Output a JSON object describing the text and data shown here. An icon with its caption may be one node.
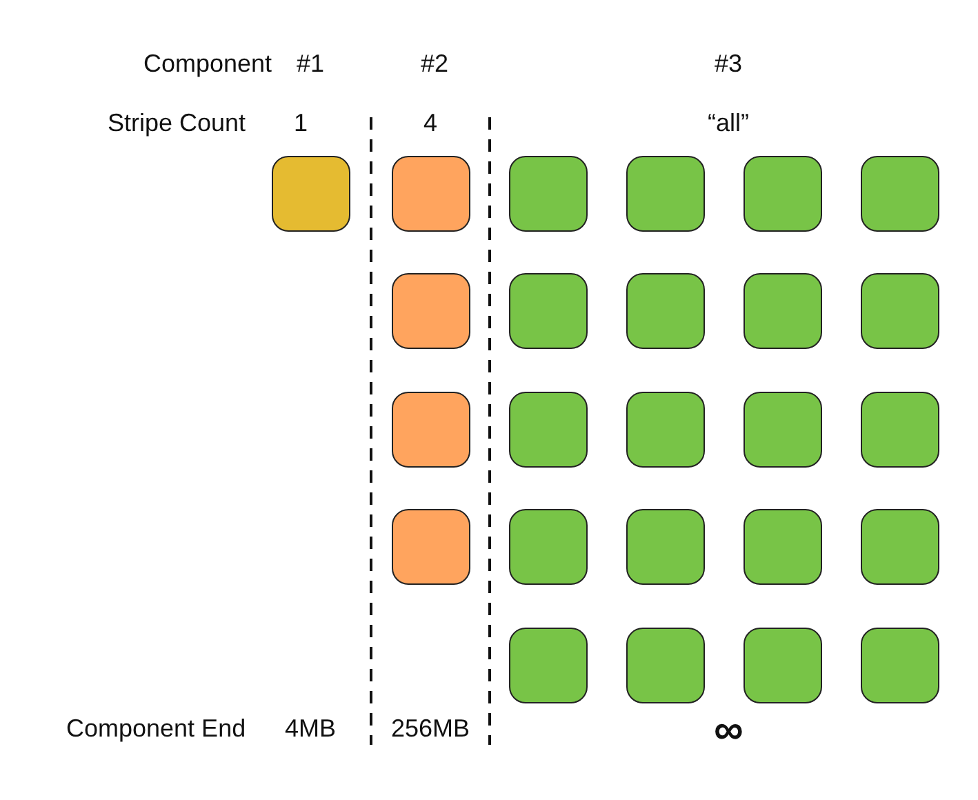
{
  "diagram": {
    "nodes": [
      {
        "text": [],
        "shape": "box"
      },
      {
        "text": [],
        "shape": "box"
      },
      {
        "text": [],
        "shape": "box"
      },
      {
        "text": [],
        "shape": "box"
      },
      {
        "text": [],
        "shape": "box"
      },
      {
        "text": [],
        "shape": "box"
      },
      {
        "text": [],
        "shape": "box"
      },
      {
        "text": [],
        "shape": "box"
      },
      {
        "text": [],
        "shape": "box"
      },
      {
        "text": [],
        "shape": "box"
      },
      {
        "text": [],
        "shape": "box"
      },
      {
        "text": [],
        "shape": "box"
      },
      {
        "text": [],
        "shape": "box"
      },
      {
        "text": [],
        "shape": "box"
      },
      {
        "text": [],
        "shape": "box"
      },
      {
        "text": [],
        "shape": "box"
      },
      {
        "text": [],
        "shape": "box"
      },
      {
        "text": [],
        "shape": "box"
      },
      {
        "text": [],
        "shape": "box"
      },
      {
        "text": [],
        "shape": "box"
      },
      {
        "text": [],
        "shape": "box"
      },
      {
        "text": [],
        "shape": "box"
      },
      {
        "text": [],
        "shape": "box"
      },
      {
        "text": [],
        "shape": "box"
      },
      {
        "text": [],
        "shape": "box"
      }
    ],
    "labels": [
      "Component",
      "#1",
      "#2",
      "#3",
      "Stripe Count",
      "1",
      "4",
      "“all”",
      "Component End",
      "4MB",
      "256MB",
      "∞"
    ]
  }
}
